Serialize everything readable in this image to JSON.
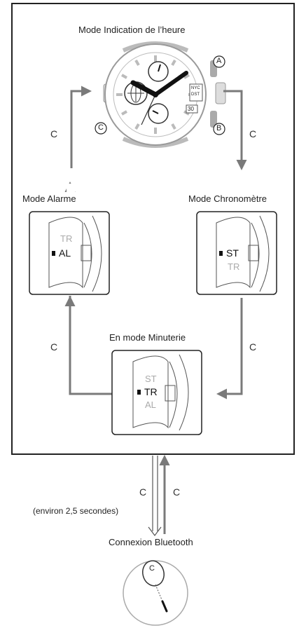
{
  "titles": {
    "timekeeping": "Mode Indication de l’heure",
    "alarm": "Mode Alarme",
    "stopwatch": "Mode Chronomètre",
    "timer": "En mode Minuterie",
    "bluetooth": "Connexion Bluetooth",
    "hold_note": "(environ 2,5 secondes)"
  },
  "button_label": "C",
  "buttons": {
    "a": "A",
    "b": "B",
    "c": "C"
  },
  "mode_indicators": {
    "alarm": {
      "top": "TR",
      "active": "AL"
    },
    "stopwatch": {
      "active": "ST",
      "bottom": "TR"
    },
    "timer": {
      "top": "ST",
      "active": "TR",
      "bottom": "AL"
    }
  },
  "dial_text": {
    "city": "NYC",
    "dst": "DST",
    "date": "30"
  },
  "colors": {
    "frame": "#222222",
    "arrow": "#7a7a7a",
    "dim_text": "#aaaaaa",
    "watch_outline": "#9a9a9a"
  }
}
